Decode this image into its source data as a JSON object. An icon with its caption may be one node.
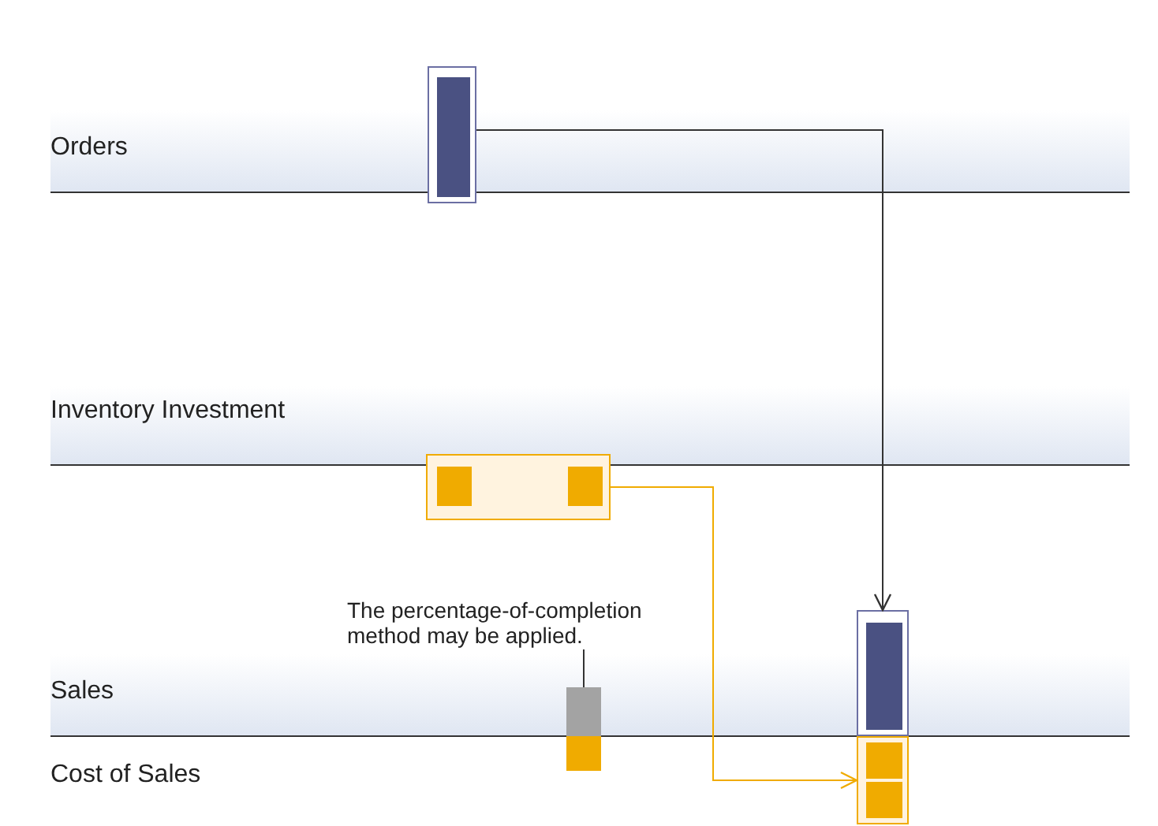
{
  "diagram": {
    "nodes": [
      {
        "text": [],
        "shape": "box"
      },
      {
        "text": [],
        "shape": "bar",
        "in": 0
      },
      {
        "text": [],
        "shape": "box"
      },
      {
        "text": [],
        "shape": "bar",
        "in": 2
      },
      {
        "text": [],
        "shape": "bar",
        "in": 2
      },
      {
        "text": [
          "The percentage-of-completion method may be applied."
        ]
      },
      {
        "text": [],
        "shape": "bar"
      },
      {
        "text": [],
        "shape": "bar"
      },
      {
        "text": [],
        "shape": "box"
      },
      {
        "text": [],
        "shape": "bar",
        "in": 8
      },
      {
        "text": [],
        "shape": "box"
      },
      {
        "text": [],
        "shape": "bar",
        "in": 10
      },
      {
        "text": [],
        "shape": "bar",
        "in": 10
      }
    ],
    "edges": [
      {
        "from": 0,
        "to": 8,
        "arrow": "to"
      },
      {
        "from": 2,
        "to": 10,
        "arrow": "to",
        "color": "#f0ab00"
      },
      {
        "from": 5,
        "to": 6,
        "arrow": "none"
      }
    ],
    "labels": [
      "Orders",
      "Inventory Investment",
      "Sales",
      "Cost of Sales"
    ]
  }
}
